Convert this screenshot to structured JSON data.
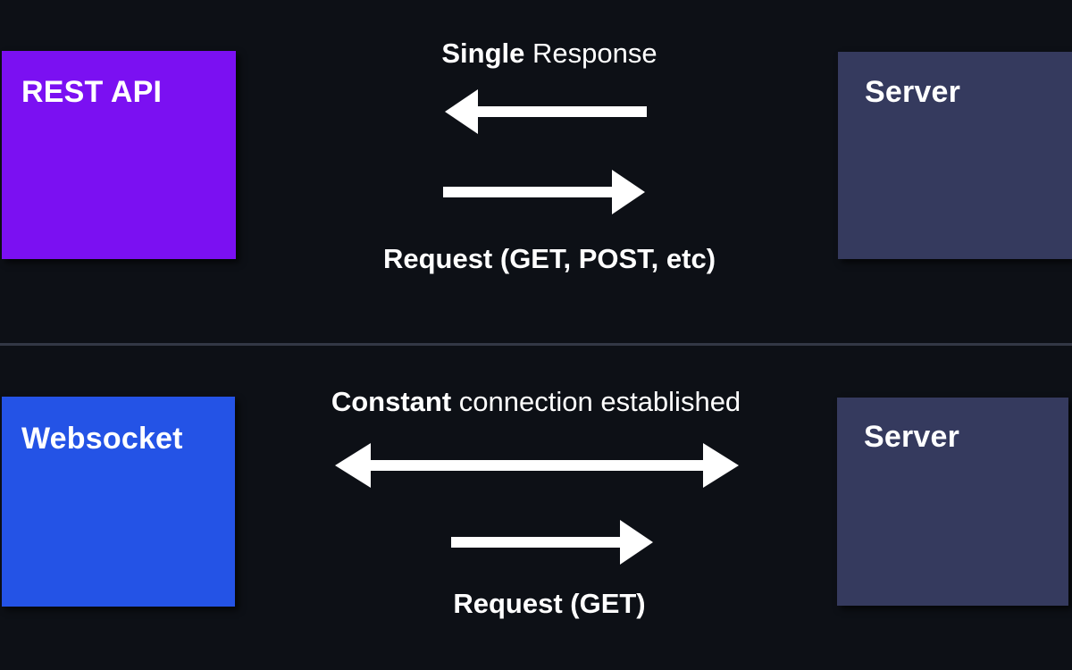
{
  "palette": {
    "background": "#0d1016",
    "rest_api_box": "#7b10f2",
    "websocket_box": "#2453e6",
    "server_box": "#353a5e",
    "divider": "#333845",
    "text": "#ffffff"
  },
  "top_section": {
    "left_box_label": "REST API",
    "right_box_label": "Server",
    "response_label_bold": "Single",
    "response_label_rest": "Response",
    "request_label": "Request (GET, POST, etc)"
  },
  "bottom_section": {
    "left_box_label": "Websocket",
    "right_box_label": "Server",
    "connection_label_bold": "Constant",
    "connection_label_rest": "connection established",
    "request_label": "Request (GET)"
  }
}
